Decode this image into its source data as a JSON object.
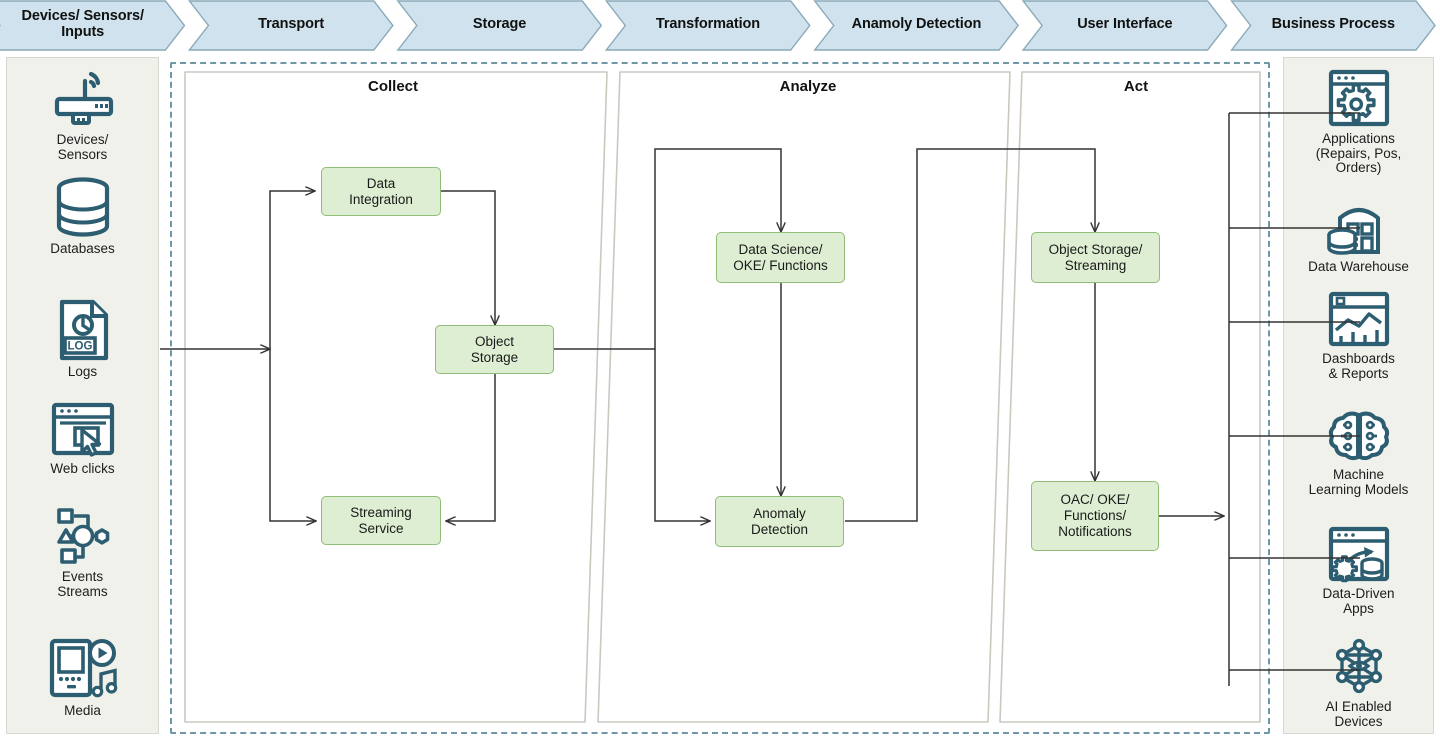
{
  "header": {
    "stages": [
      {
        "label": "Devices/ Sensors/\nInputs",
        "name": "devices-sensors-inputs"
      },
      {
        "label": "Transport",
        "name": "transport"
      },
      {
        "label": "Storage",
        "name": "storage"
      },
      {
        "label": "Transformation",
        "name": "transformation"
      },
      {
        "label": "Anamoly Detection",
        "name": "anamoly-detection"
      },
      {
        "label": "User Interface",
        "name": "user-interface"
      },
      {
        "label": "Business Process",
        "name": "business-process"
      }
    ],
    "fill_color": "#cfe2ed",
    "border_color": "#8aa9b8"
  },
  "left_panel": {
    "items": [
      {
        "label": "Devices/\nSensors",
        "icon": "router-antenna-icon"
      },
      {
        "label": "Databases",
        "icon": "database-cylinder-icon"
      },
      {
        "label": "Logs",
        "icon": "log-document-clock-icon"
      },
      {
        "label": "Web clicks",
        "icon": "browser-cursor-icon"
      },
      {
        "label": "Events\nStreams",
        "icon": "event-network-icon"
      },
      {
        "label": "Media",
        "icon": "media-player-music-icon"
      }
    ]
  },
  "right_panel": {
    "items": [
      {
        "label": "Applications\n(Repairs, Pos,\nOrders)",
        "icon": "browser-gear-icon"
      },
      {
        "label": "Data Warehouse",
        "icon": "warehouse-database-icon"
      },
      {
        "label": "Dashboards\n& Reports",
        "icon": "dashboard-chart-icon"
      },
      {
        "label": "Machine\nLearning Models",
        "icon": "brain-circuit-icon"
      },
      {
        "label": "Data-Driven\nApps",
        "icon": "browser-gear-database-icon"
      },
      {
        "label": "AI Enabled\nDevices",
        "icon": "network-eye-icon"
      }
    ]
  },
  "pipeline": {
    "stages": [
      {
        "title": "Collect",
        "name": "stage-collect"
      },
      {
        "title": "Analyze",
        "name": "stage-analyze"
      },
      {
        "title": "Act",
        "name": "stage-act"
      }
    ],
    "boxes": [
      {
        "label": "Data\nIntegration",
        "name": "data-integration-box"
      },
      {
        "label": "Object\nStorage",
        "name": "object-storage-box"
      },
      {
        "label": "Streaming\nService",
        "name": "streaming-service-box"
      },
      {
        "label": "Data Science/\nOKE/ Functions",
        "name": "data-science-box"
      },
      {
        "label": "Anomaly\nDetection",
        "name": "anomaly-detection-box"
      },
      {
        "label": "Object Storage/\nStreaming",
        "name": "object-storage-streaming-box"
      },
      {
        "label": "OAC/ OKE/\nFunctions/\nNotifications",
        "name": "oac-functions-notifications-box"
      }
    ],
    "box_fill": "#ddeed2",
    "box_border": "#8fbd78",
    "connector_color": "#333333",
    "boundary_color": "#6f97a8",
    "icon_color": "#2d5d70"
  }
}
